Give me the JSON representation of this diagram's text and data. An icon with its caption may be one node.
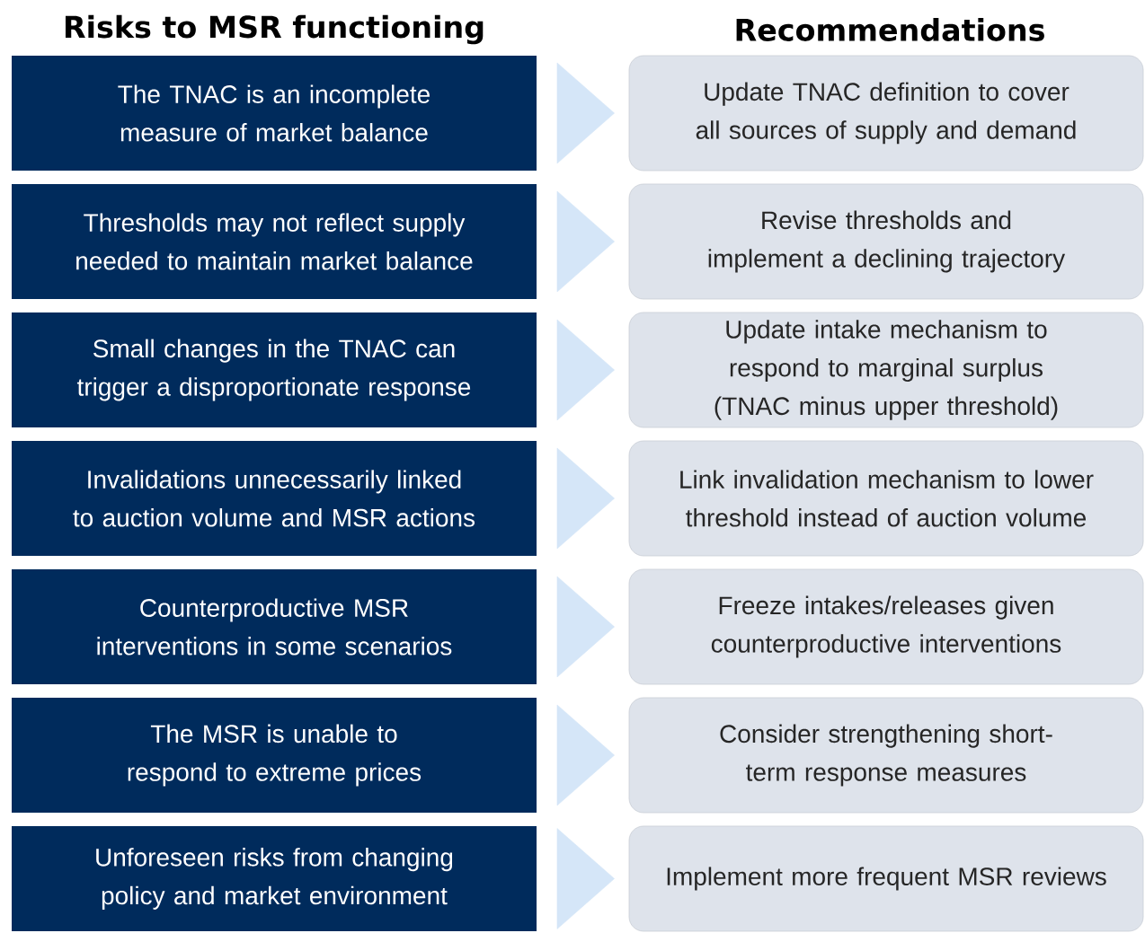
{
  "diagram": {
    "nodes": [
      {
        "text": [
          "The TNAC is an incomplete measure of market balance"
        ]
      },
      {
        "text": [
          "Update TNAC definition to cover all sources of supply and demand"
        ]
      },
      {
        "text": [
          "Thresholds may not reflect supply needed to maintain market balance"
        ]
      },
      {
        "text": [
          "Revise thresholds and implement a declining trajectory"
        ]
      },
      {
        "text": [
          "Small changes in the TNAC can trigger a disproportionate response"
        ]
      },
      {
        "text": [
          "Update intake mechanism to respond to marginal surplus (TNAC minus upper threshold)"
        ]
      },
      {
        "text": [
          "Invalidations unnecessarily linked to auction volume and MSR actions"
        ]
      },
      {
        "text": [
          "Link invalidation mechanism to lower threshold instead of auction volume"
        ]
      },
      {
        "text": [
          "Counterproductive MSR interventions in some scenarios"
        ]
      },
      {
        "text": [
          "Freeze intakes/releases given counterproductive interventions"
        ]
      },
      {
        "text": [
          "The MSR is unable to respond to extreme prices"
        ]
      },
      {
        "text": [
          "Consider strengthening short-term response measures"
        ]
      },
      {
        "text": [
          "Unforeseen risks from changing policy and market environment"
        ]
      },
      {
        "text": [
          "Implement more frequent MSR reviews"
        ]
      }
    ],
    "edges": [
      {
        "from": 0,
        "to": 1,
        "arrow": "to"
      },
      {
        "from": 2,
        "to": 3,
        "arrow": "to"
      },
      {
        "from": 4,
        "to": 5,
        "arrow": "to"
      },
      {
        "from": 6,
        "to": 7,
        "arrow": "to"
      },
      {
        "from": 8,
        "to": 9,
        "arrow": "to"
      },
      {
        "from": 10,
        "to": 11,
        "arrow": "to"
      },
      {
        "from": 12,
        "to": 13,
        "arrow": "to"
      }
    ],
    "labels": [
      "Risks to MSR functioning",
      "Recommendations"
    ]
  }
}
